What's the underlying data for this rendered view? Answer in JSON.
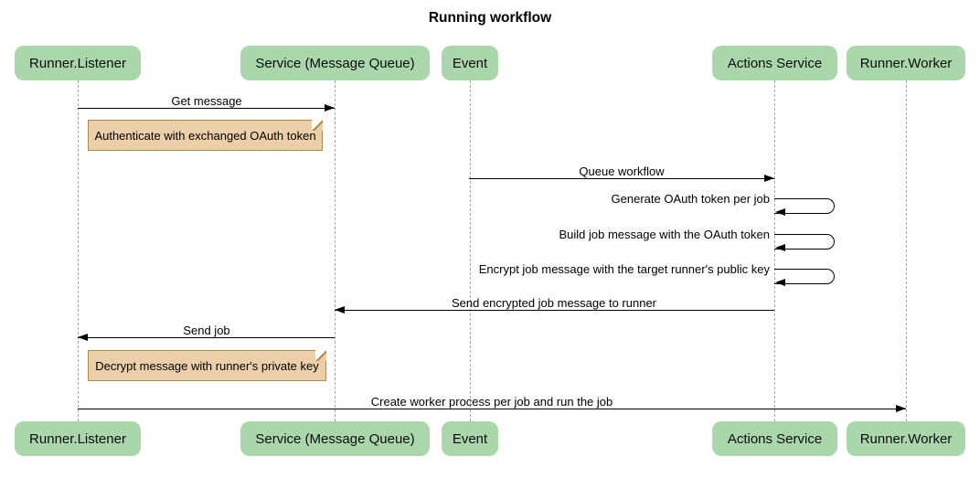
{
  "title": "Running workflow",
  "colors": {
    "background": "#ffffff",
    "participant_fill": "#a9d6aa",
    "note_fill": "#eccfa9",
    "note_border": "#ab8a52",
    "lifeline": "#a6a6a6",
    "arrow": "#000000"
  },
  "participants": [
    {
      "id": "runner-listener",
      "label": "Runner.Listener"
    },
    {
      "id": "service-mq",
      "label": "Service (Message Queue)"
    },
    {
      "id": "event",
      "label": "Event"
    },
    {
      "id": "actions-service",
      "label": "Actions Service"
    },
    {
      "id": "runner-worker",
      "label": "Runner.Worker"
    }
  ],
  "messages": [
    {
      "type": "arrow",
      "from": "runner-listener",
      "to": "service-mq",
      "label": "Get message"
    },
    {
      "type": "note",
      "over": "runner-listener",
      "label": "Authenticate with exchanged OAuth token"
    },
    {
      "type": "arrow",
      "from": "event",
      "to": "actions-service",
      "label": "Queue workflow"
    },
    {
      "type": "self",
      "on": "actions-service",
      "label": "Generate OAuth token per job"
    },
    {
      "type": "self",
      "on": "actions-service",
      "label": "Build job message with the OAuth token"
    },
    {
      "type": "self",
      "on": "actions-service",
      "label": "Encrypt job message with the target runner's public key"
    },
    {
      "type": "arrow",
      "from": "actions-service",
      "to": "service-mq",
      "label": "Send encrypted job message to runner"
    },
    {
      "type": "arrow",
      "from": "service-mq",
      "to": "runner-listener",
      "label": "Send job"
    },
    {
      "type": "note",
      "over": "runner-listener",
      "label": "Decrypt message with runner's private key"
    },
    {
      "type": "arrow",
      "from": "runner-listener",
      "to": "runner-worker",
      "label": "Create worker process per job and run the job"
    }
  ]
}
